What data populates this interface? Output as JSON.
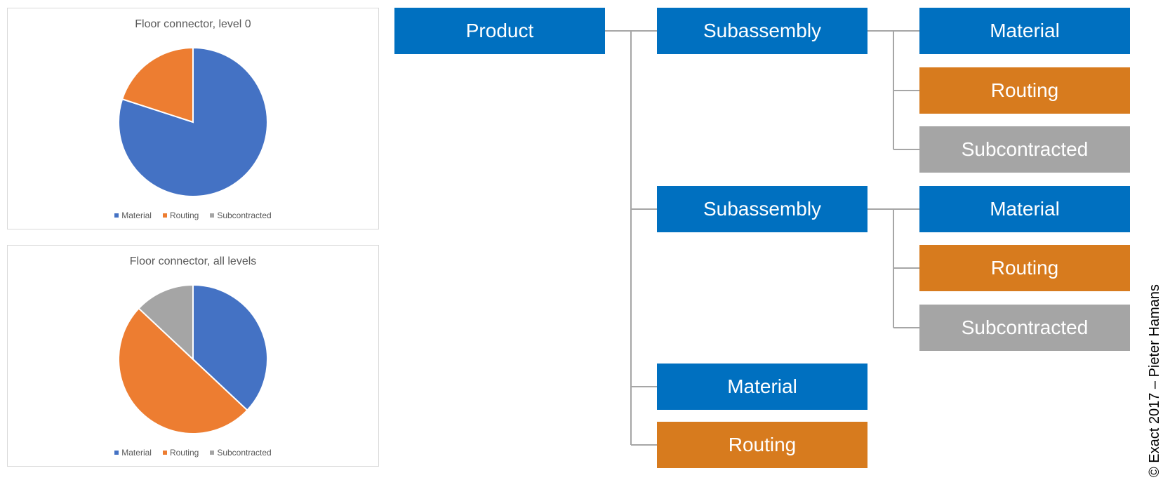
{
  "chart_data": [
    {
      "type": "pie",
      "title": "Floor connector, level 0",
      "categories": [
        "Material",
        "Routing",
        "Subcontracted"
      ],
      "values": [
        80,
        20,
        0
      ],
      "colors": [
        "#4472c4",
        "#ed7d31",
        "#a5a5a5"
      ],
      "legend_position": "bottom"
    },
    {
      "type": "pie",
      "title": "Floor connector, all levels",
      "categories": [
        "Material",
        "Routing",
        "Subcontracted"
      ],
      "values": [
        37,
        50,
        13
      ],
      "colors": [
        "#4472c4",
        "#ed7d31",
        "#a5a5a5"
      ],
      "legend_position": "bottom"
    }
  ],
  "tree": {
    "product": "Product",
    "subassembly_1": "Subassembly",
    "sub1_material": "Material",
    "sub1_routing": "Routing",
    "sub1_subcontracted": "Subcontracted",
    "subassembly_2": "Subassembly",
    "sub2_material": "Material",
    "sub2_routing": "Routing",
    "sub2_subcontracted": "Subcontracted",
    "direct_material": "Material",
    "direct_routing": "Routing"
  },
  "colors": {
    "material": "#0070c0",
    "routing": "#d77b1e",
    "subcontracted": "#a5a5a5",
    "connector": "#a6a6a6"
  },
  "copyright": "© Exact 2017 – Pieter Hamans"
}
